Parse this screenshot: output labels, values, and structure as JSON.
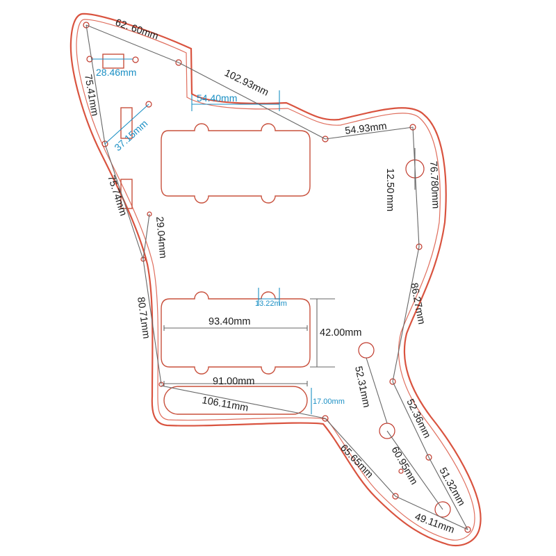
{
  "dimensions": {
    "d62_60": "62. 60mm",
    "d102_93": "102.93mm",
    "d54_40": "54.40mm",
    "d54_93": "54.93mm",
    "d28_46": "28.46mm",
    "d75_41": "75.41mm",
    "d37_15": "37.15mm",
    "d75_74": "75.74mm",
    "d29_04": "29.04mm",
    "d80_71": "80.71mm",
    "d12_50a": "12.50",
    "d12_50b": "mm",
    "d76_780": "76.780mm",
    "d86_27": "86.27mm",
    "d13_22": "13.22mm",
    "d93_40": "93.40mm",
    "d42_00": "42.00mm",
    "d91_00": "91.00mm",
    "d17_00": "17.00mm",
    "d106_11": "106.11mm",
    "d52_31": "52.31mm",
    "d52_36": "52.36mm",
    "d65_65": "65.65mm",
    "d60_95": "60.95mm",
    "d51_32": "51.32mm",
    "d49_11": "49.11mm"
  },
  "colors": {
    "outline": "#d9533f",
    "dimension_line": "#666666",
    "accent_dimension": "#1a8fc4",
    "text": "#1a1a1a"
  }
}
